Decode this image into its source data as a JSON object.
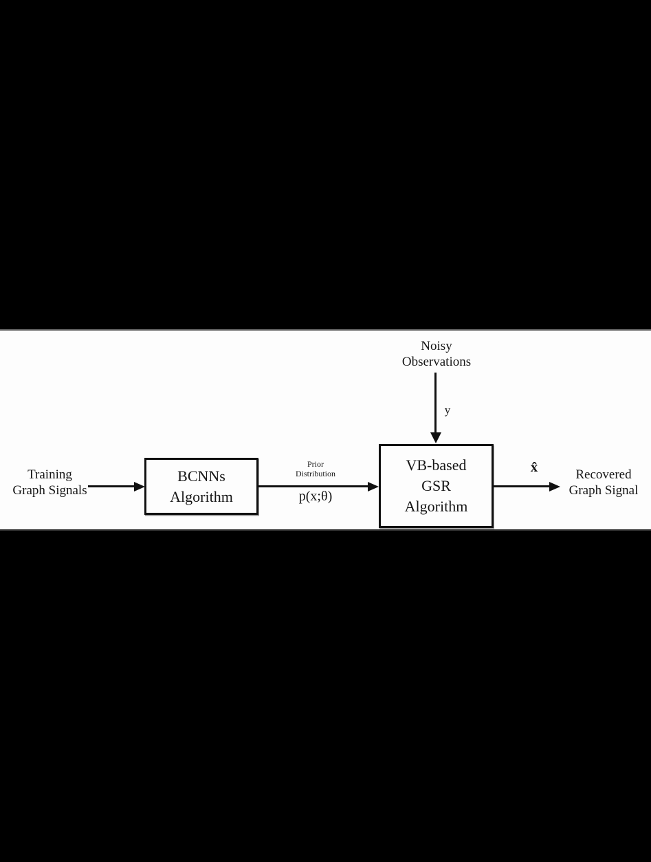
{
  "figure": {
    "background_color": "#000000",
    "canvas_color": "#fdfdfd",
    "ink_color": "#161616"
  },
  "diagram": {
    "top_input": {
      "label": "Noisy\nObservations",
      "signal": "y"
    },
    "left_input": {
      "label": "Training\nGraph Signals"
    },
    "blocks": {
      "bcnn": {
        "label": "BCNNs\nAlgorithm"
      },
      "vb": {
        "label": "VB-based\nGSR\nAlgorithm"
      }
    },
    "prior_edge": {
      "title": "Prior\nDistribution",
      "math": "p(x;θ)"
    },
    "output": {
      "symbol": "x̂",
      "label": "Recovered\nGraph Signal"
    }
  }
}
